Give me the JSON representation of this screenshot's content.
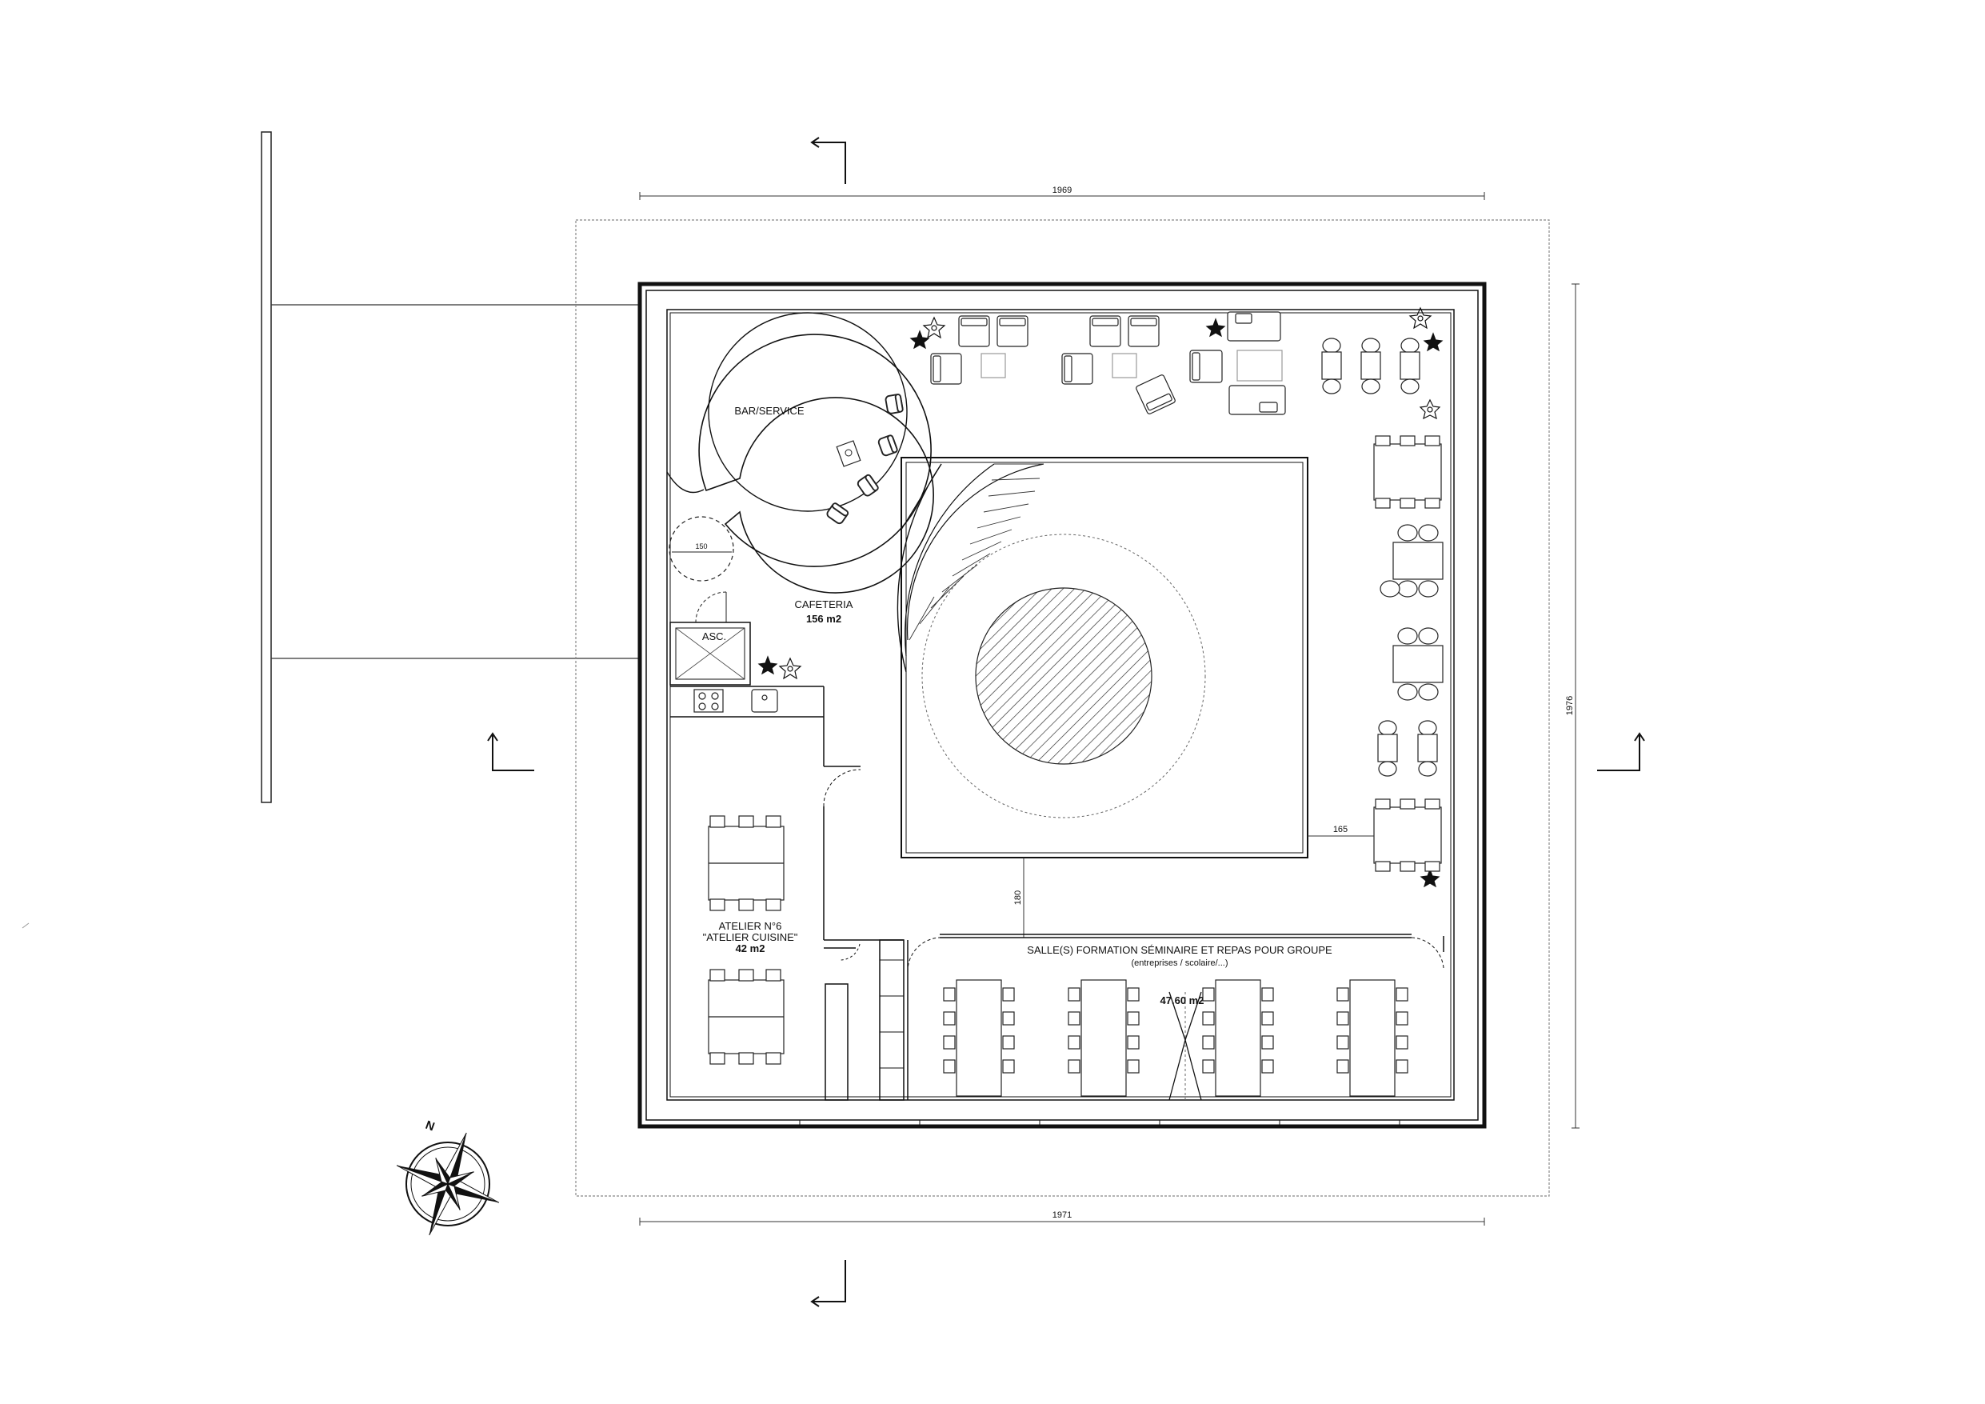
{
  "dimensions": {
    "top_width": "1969",
    "bottom_width": "1971",
    "right_height": "1976",
    "gap_right": "165",
    "gap_bottom": "180",
    "elevator_diameter": "150"
  },
  "rooms": {
    "bar": "BAR/SERVICE",
    "elevator": "ASC.",
    "cafeteria": {
      "name": "CAFETERIA",
      "area": "156 m2"
    },
    "atelier": {
      "name": "ATELIER N°6",
      "subtitle": "\"ATELIER CUISINE\"",
      "area": "42 m2"
    },
    "salle": {
      "name": "SALLE(S) FORMATION SÉMINAIRE ET REPAS POUR GROUPE",
      "subtitle": "(entreprises / scolaire/...)",
      "area": "47.60 m2"
    }
  },
  "compass": {
    "north_label": "N"
  },
  "colors": {
    "line": "#111111",
    "hatch": "#333333",
    "furniture": "#222222",
    "light": "#888888"
  }
}
